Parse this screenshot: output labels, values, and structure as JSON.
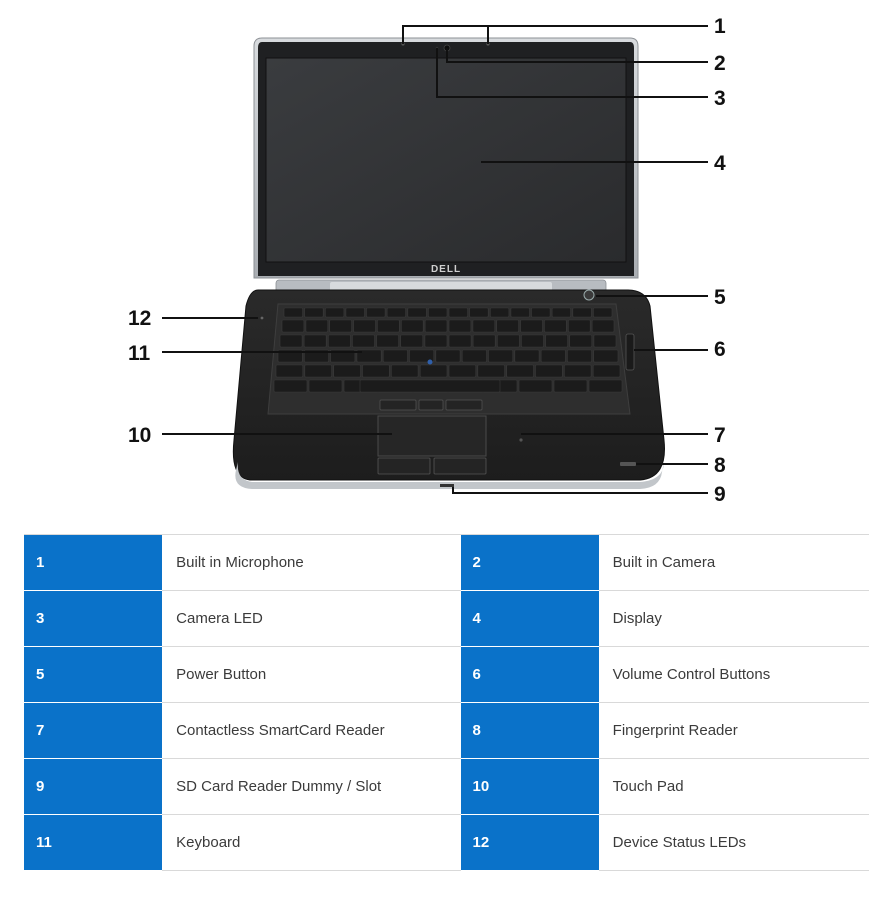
{
  "brand_logo": "DELL",
  "colors": {
    "table_number_bg": "#0a72c9",
    "table_number_text": "#ffffff",
    "table_label_text": "#3b3b3b",
    "laptop_body": "#222222",
    "bezel_silver": "#c9ccd0"
  },
  "callouts": [
    {
      "number": "1"
    },
    {
      "number": "2"
    },
    {
      "number": "3"
    },
    {
      "number": "4"
    },
    {
      "number": "5"
    },
    {
      "number": "6"
    },
    {
      "number": "7"
    },
    {
      "number": "8"
    },
    {
      "number": "9"
    },
    {
      "number": "10"
    },
    {
      "number": "11"
    },
    {
      "number": "12"
    }
  ],
  "legend": {
    "rows": [
      [
        {
          "number": "1",
          "label": "Built in Microphone"
        },
        {
          "number": "2",
          "label": "Built in Camera"
        }
      ],
      [
        {
          "number": "3",
          "label": "Camera LED"
        },
        {
          "number": "4",
          "label": "Display"
        }
      ],
      [
        {
          "number": "5",
          "label": "Power Button"
        },
        {
          "number": "6",
          "label": "Volume Control Buttons"
        }
      ],
      [
        {
          "number": "7",
          "label": "Contactless SmartCard Reader"
        },
        {
          "number": "8",
          "label": "Fingerprint Reader"
        }
      ],
      [
        {
          "number": "9",
          "label": "SD Card Reader Dummy / Slot"
        },
        {
          "number": "10",
          "label": "Touch Pad"
        }
      ],
      [
        {
          "number": "11",
          "label": "Keyboard"
        },
        {
          "number": "12",
          "label": "Device Status LEDs"
        }
      ]
    ]
  }
}
